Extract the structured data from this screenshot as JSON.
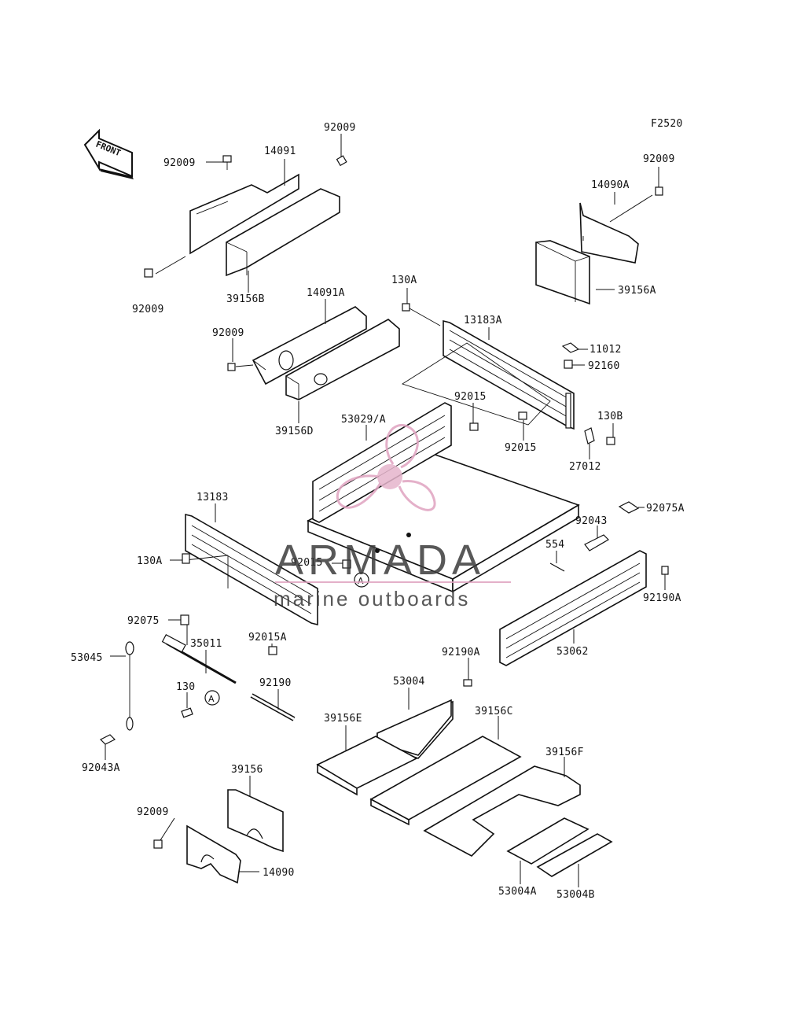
{
  "figure_code": "F2520",
  "front_label": "FRONT",
  "circle_ref": "A",
  "watermark": {
    "brand": "ARMADA",
    "tagline": "marine outboards",
    "accent_color": "#e0a3c0"
  },
  "labels": {
    "l_92009_top": "92009",
    "l_14091": "14091",
    "l_92009_left": "92009",
    "l_92009_bot": "92009",
    "l_39156B": "39156B",
    "l_92009_right": "92009",
    "l_14090A": "14090A",
    "l_39156A": "39156A",
    "l_130A_top": "130A",
    "l_14091A": "14091A",
    "l_92009_mid": "92009",
    "l_13183A": "13183A",
    "l_11012": "11012",
    "l_92160": "92160",
    "l_92015_top": "92015",
    "l_130B": "130B",
    "l_39156D": "39156D",
    "l_53029A": "53029/A",
    "l_92015_mid": "92015",
    "l_27012": "27012",
    "l_13183": "13183",
    "l_92075A": "92075A",
    "l_92043": "92043",
    "l_554": "554",
    "l_130A_left": "130A",
    "l_92015_low": "92015",
    "l_92190A_right": "92190A",
    "l_92075": "92075",
    "l_35011": "35011",
    "l_92015A": "92015A",
    "l_53045": "53045",
    "l_53062": "53062",
    "l_92190A_low": "92190A",
    "l_130": "130",
    "l_92190": "92190",
    "l_53004": "53004",
    "l_39156E": "39156E",
    "l_39156C": "39156C",
    "l_92043A": "92043A",
    "l_39156F": "39156F",
    "l_39156": "39156",
    "l_92009_low": "92009",
    "l_14090": "14090",
    "l_53004A": "53004A",
    "l_53004B": "53004B"
  }
}
